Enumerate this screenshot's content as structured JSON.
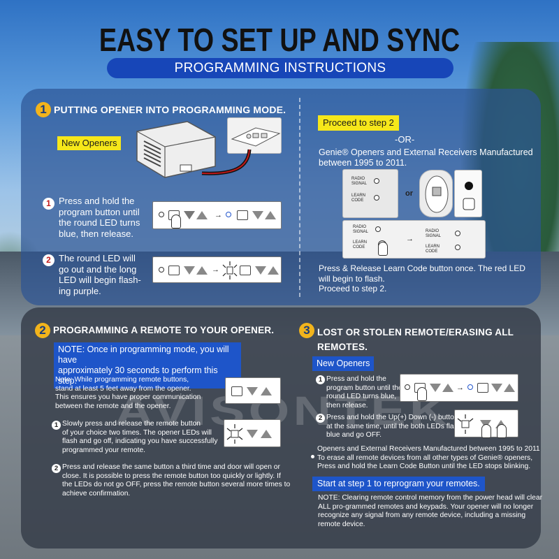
{
  "title": "EASY TO SET UP AND SYNC",
  "subtitle": "PROGRAMMING INSTRUCTIONS",
  "colors": {
    "title_bar": "#1746b8",
    "step_badge": "#f2b41c",
    "yellow_tag": "#f6e71a",
    "blue_tag": "#1e55c9",
    "led_red": "#c31b1b"
  },
  "step1": {
    "number": "1",
    "header": "PUTTING OPENER INTO PROGRAMMING MODE.",
    "new_openers": "New Openers",
    "instr1_num": "1",
    "instr1": [
      "Press and hold the",
      "program button until",
      "the round LED turns",
      "blue, then release."
    ],
    "instr2_num": "2",
    "instr2": [
      "The round LED will",
      "go out and the long",
      "LED will begin flash-",
      "ing purple."
    ],
    "proceed": "Proceed to step 2",
    "or": "-OR-",
    "genie": [
      "Genie® Openers and External Receivers Manufactured",
      "between 1995 to 2011."
    ],
    "or_small": "or",
    "radio_signal": "RADIO\nSIGNAL",
    "learn_code": "LEARN\nCODE",
    "press_release": [
      "Press & Release Learn Code button once. The red LED",
      "will begin to flash.",
      "Proceed to step 2."
    ]
  },
  "step2": {
    "number": "2",
    "header": "PROGRAMMING A REMOTE TO YOUR OPENER.",
    "note_blue": [
      "NOTE: Once in programming mode, you will have",
      "approximately 30 seconds to perform this step."
    ],
    "note": [
      "Note: While programming remote buttons,",
      "stand at least 5 feet away from the opener.",
      "This ensures you have proper communication",
      "between the remote and the opener."
    ],
    "i1_num": "1",
    "i1": [
      "Slowly press and release the remote button",
      "of your choice two times. The opener LEDs will",
      "flash and go off, indicating you have successfully",
      "programmed your remote."
    ],
    "i2_num": "2",
    "i2": [
      "Press and release the same button a third time and door will open or",
      "close. It is possible to press the remote button too quickly or lightly. If",
      "the LEDs do not go OFF, press the remote button several more times to",
      "achieve confirmation."
    ]
  },
  "step3": {
    "number": "3",
    "header": [
      "LOST OR STOLEN REMOTE/ERASING ALL",
      "REMOTES."
    ],
    "new_openers": "New Openers",
    "i1_num": "1",
    "i1": [
      "Press and hold the",
      "program button until the",
      "round LED turns blue,",
      "then release."
    ],
    "i2_num": "2",
    "i2": [
      "Press and hold the Up(+) Down (-) buttons",
      "at the same time, until the both LEDs flash",
      "blue and go OFF."
    ],
    "older": [
      "Openers and External Receivers Manufactured between 1995 to 2011",
      "To erase all remote devices from all other types of Genie® openers,",
      "Press and hold the Learn Code Button until the LED stops blinking."
    ],
    "start": "Start at step 1 to reprogram your remotes.",
    "note": [
      "NOTE: Clearing remote control memory from the power head will clear",
      "ALL pro-grammed remotes and keypads. Your opener will no longer",
      "recognize any signal from any remote device, including a missing",
      "remote device."
    ]
  },
  "watermark": "AVISONTEK"
}
